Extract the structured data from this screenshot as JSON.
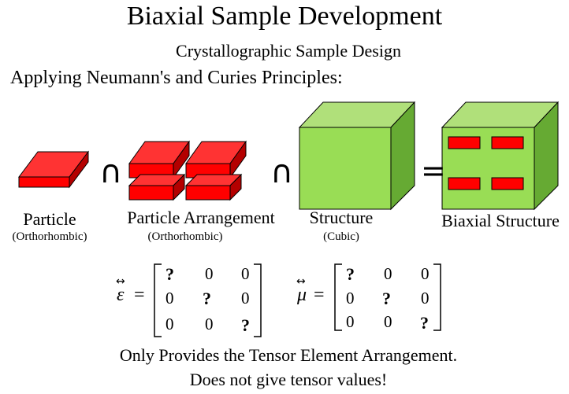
{
  "title": "Biaxial Sample Development",
  "subtitle": "Crystallographic Sample Design",
  "principles": "Applying Neumann's and Curies Principles:",
  "components": [
    {
      "label": "Particle",
      "symmetry": "(Orthorhombic)"
    },
    {
      "label": "Particle Arrangement",
      "symmetry": "(Orthorhombic)"
    },
    {
      "label": "Structure",
      "symmetry": "(Cubic)"
    },
    {
      "label": "Biaxial Structure",
      "symmetry": ""
    }
  ],
  "operators": {
    "intersect1": "∩",
    "intersect2": "∩",
    "equals": "="
  },
  "tensors": [
    {
      "symbol": "ε",
      "arrow": "↔",
      "equals": "=",
      "matrix": [
        [
          "?",
          "0",
          "0"
        ],
        [
          "0",
          "?",
          "0"
        ],
        [
          "0",
          "0",
          "?"
        ]
      ]
    },
    {
      "symbol": "μ",
      "arrow": "↔",
      "equals": "=",
      "matrix": [
        [
          "?",
          "0",
          "0"
        ],
        [
          "0",
          "?",
          "0"
        ],
        [
          "0",
          "0",
          "?"
        ]
      ]
    }
  ],
  "footer": [
    "Only Provides the Tensor Element Arrangement.",
    "Does not give tensor values!"
  ],
  "colors": {
    "red_top": "#ff3333",
    "red_front": "#ff0000",
    "red_side": "#b40000",
    "green_front": "#99dd55",
    "green_top": "#b0e07a",
    "green_side": "#66aa33"
  }
}
